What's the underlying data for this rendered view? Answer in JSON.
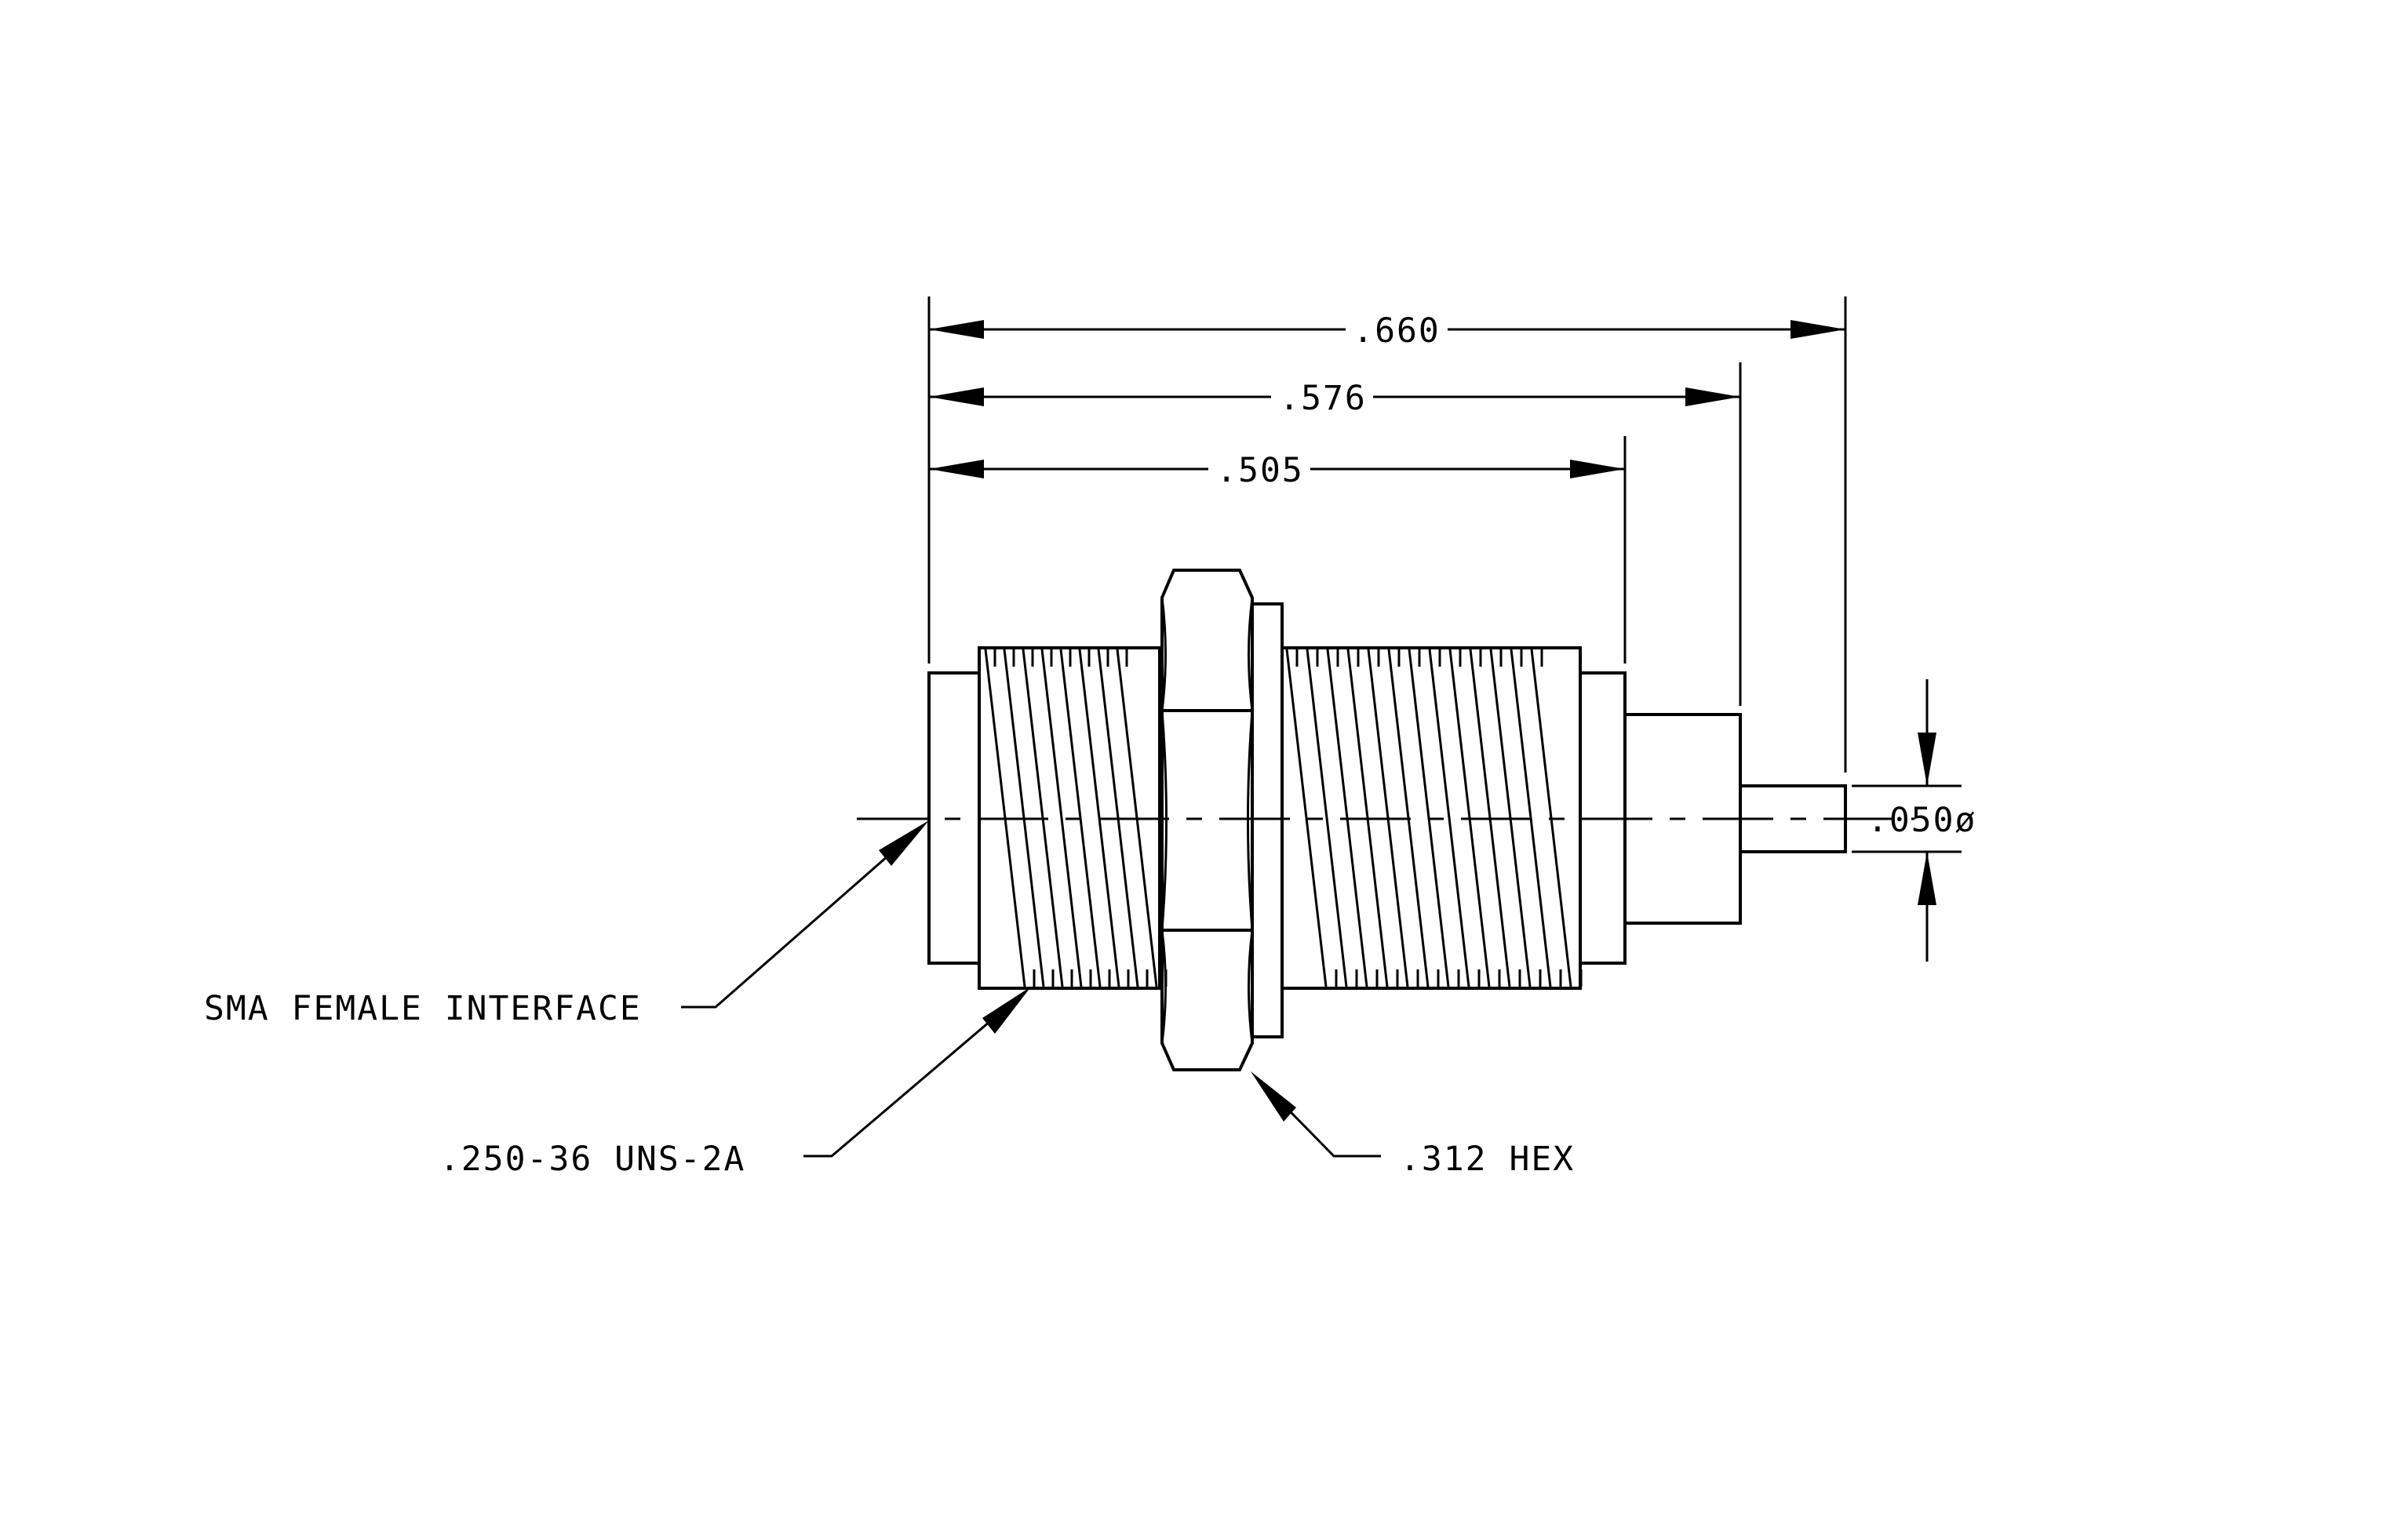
{
  "dimensions": {
    "overall_length": ".660",
    "body_length": ".576",
    "thread_length": ".505",
    "pin_diameter": ".050ø"
  },
  "callouts": {
    "interface": "SMA FEMALE INTERFACE",
    "thread": ".250-36 UNS-2A",
    "hex": ".312 HEX"
  }
}
